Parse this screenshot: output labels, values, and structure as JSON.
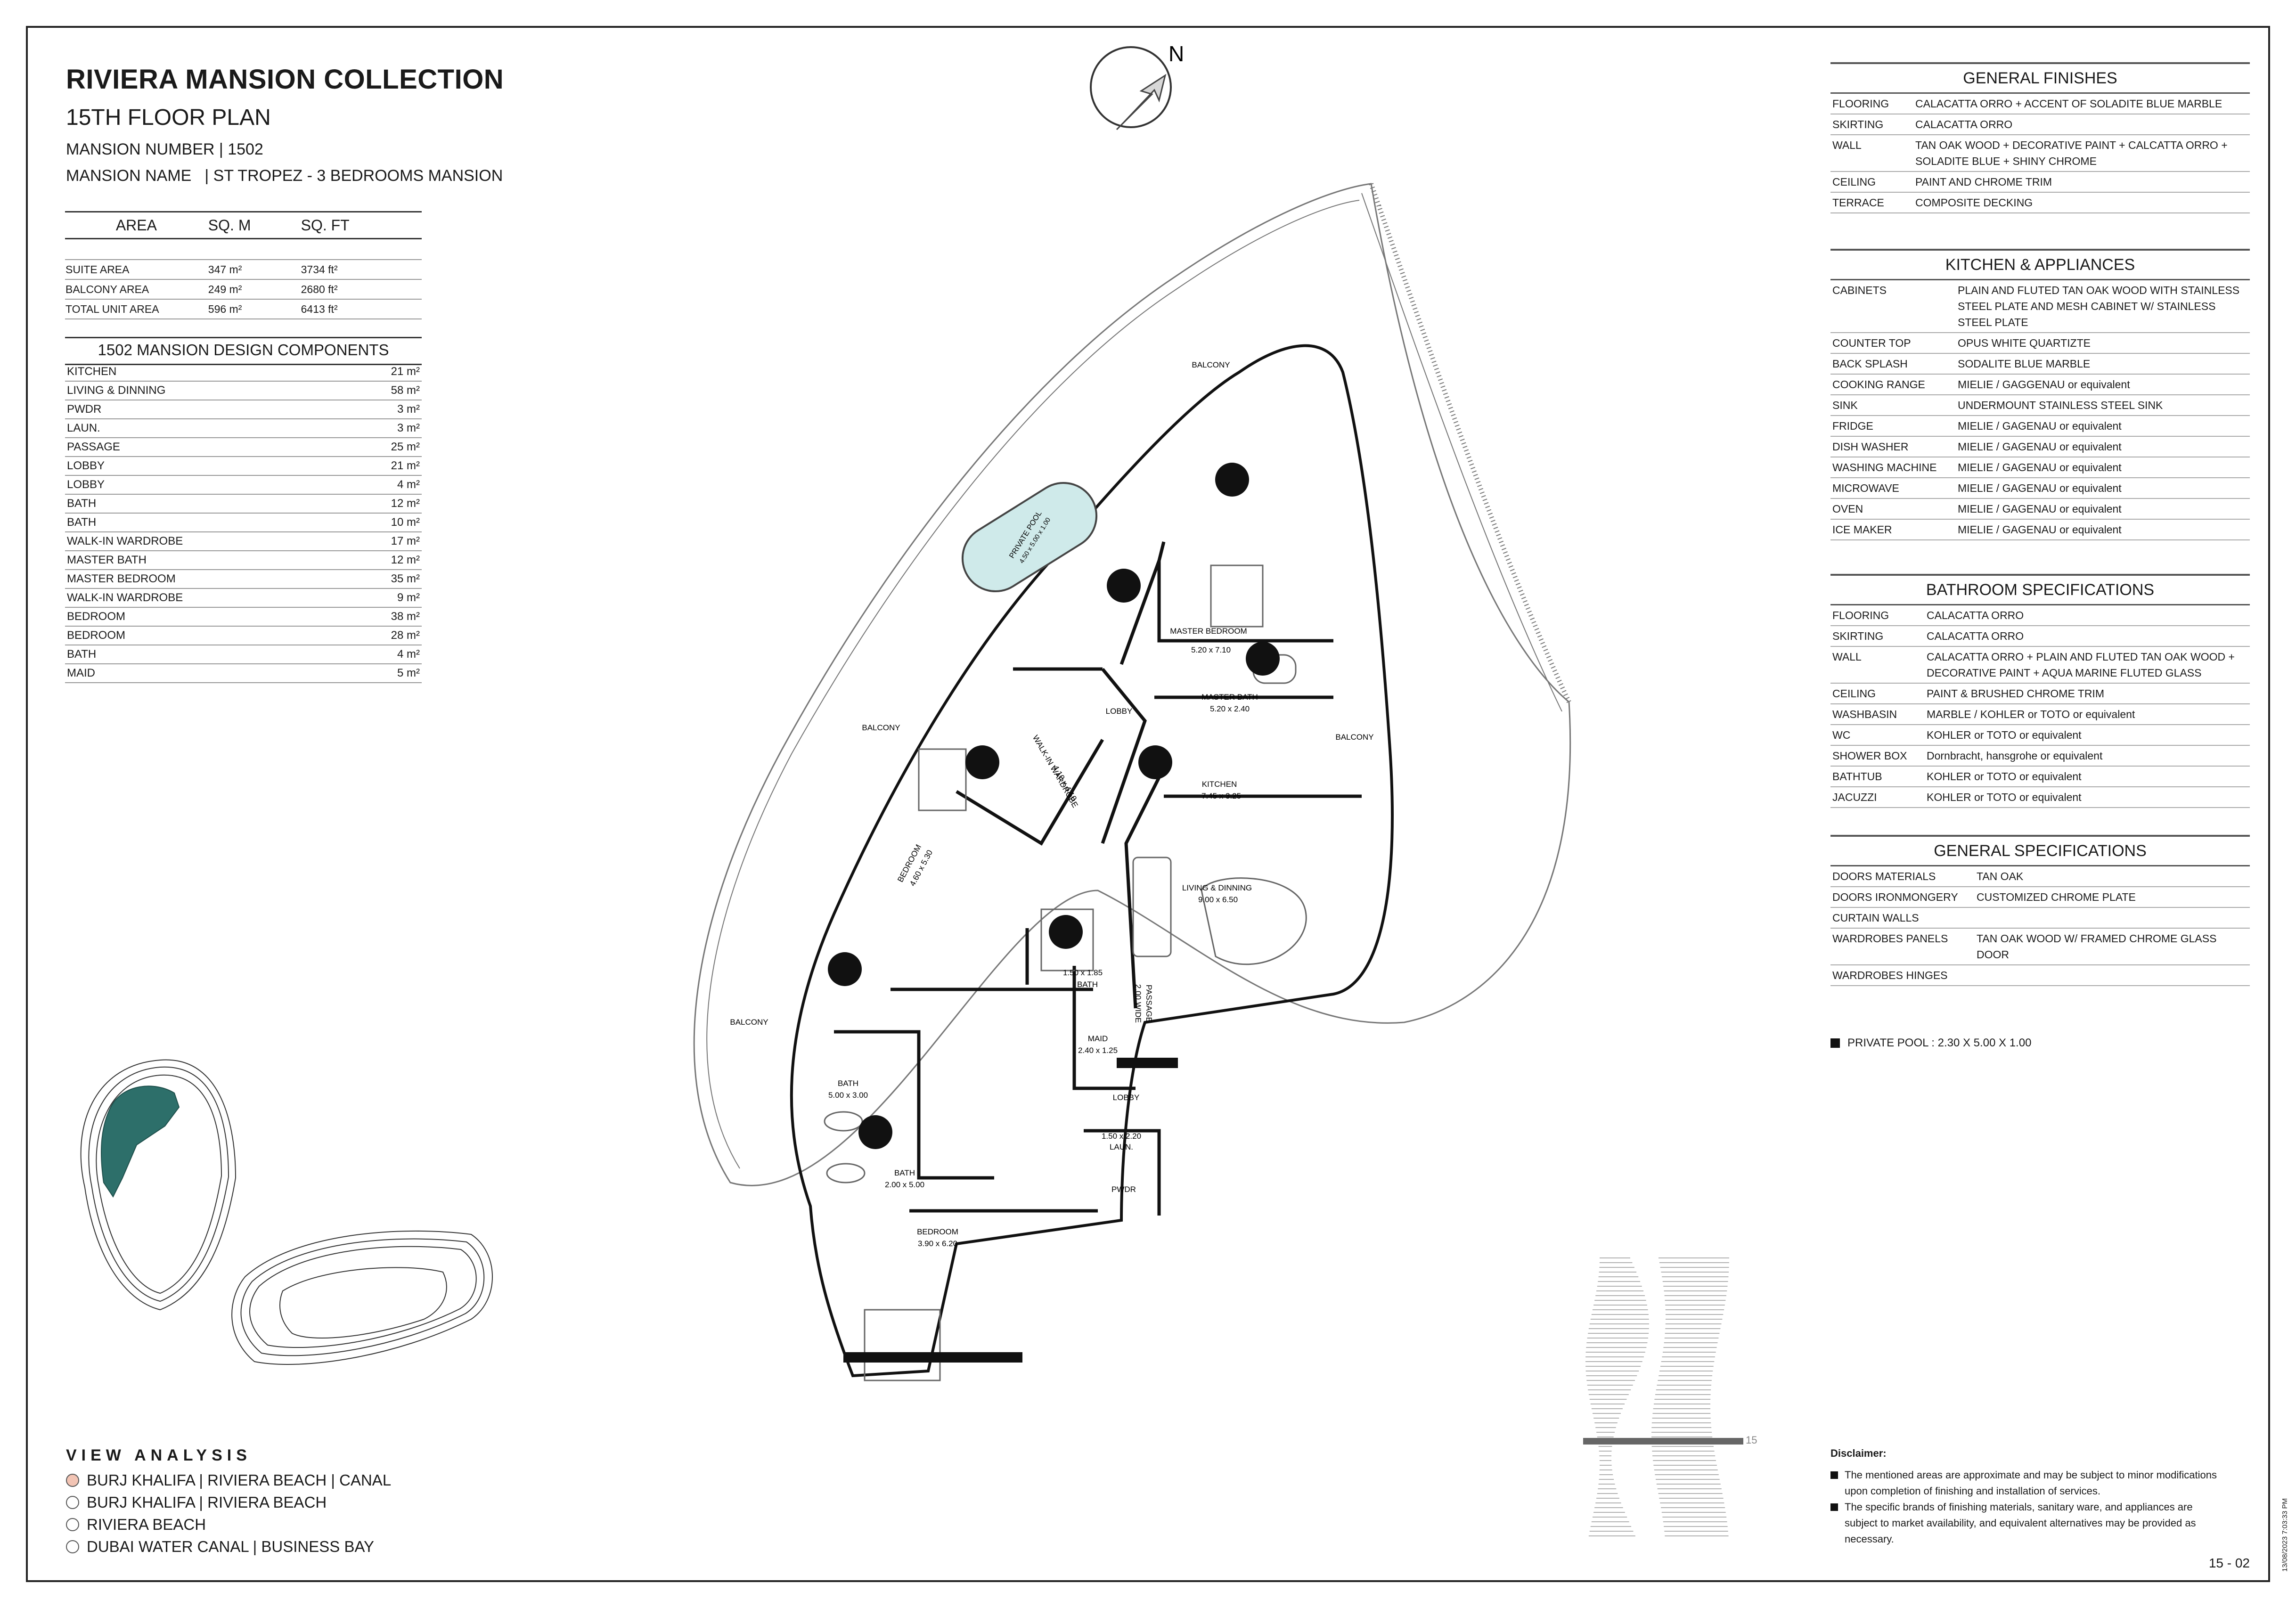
{
  "header": {
    "title": "RIVIERA MANSION COLLECTION",
    "floor": "15TH FLOOR PLAN",
    "mansion_number": "MANSION NUMBER | 1502",
    "mansion_name_label": "MANSION NAME",
    "mansion_name_value": "| ST TROPEZ - 3 BEDROOMS MANSION"
  },
  "area_table": {
    "headers": [
      "AREA",
      "SQ. M",
      "SQ. FT"
    ],
    "rows": [
      [
        "SUITE AREA",
        "347 m²",
        "3734 ft²"
      ],
      [
        "BALCONY AREA",
        "249 m²",
        "2680 ft²"
      ],
      [
        "TOTAL UNIT AREA",
        "596 m²",
        "6413 ft²"
      ]
    ]
  },
  "components": {
    "title": "1502 MANSION DESIGN COMPONENTS",
    "rows": [
      [
        "KITCHEN",
        "21 m²"
      ],
      [
        "LIVING & DINNING",
        "58 m²"
      ],
      [
        "PWDR",
        "3 m²"
      ],
      [
        "LAUN.",
        "3 m²"
      ],
      [
        "PASSAGE",
        "25 m²"
      ],
      [
        "LOBBY",
        "21 m²"
      ],
      [
        "LOBBY",
        "4 m²"
      ],
      [
        "BATH",
        "12 m²"
      ],
      [
        "BATH",
        "10 m²"
      ],
      [
        "WALK-IN WARDROBE",
        "17 m²"
      ],
      [
        "MASTER BATH",
        "12 m²"
      ],
      [
        "MASTER BEDROOM",
        "35 m²"
      ],
      [
        "WALK-IN WARDROBE",
        "9 m²"
      ],
      [
        "BEDROOM",
        "38 m²"
      ],
      [
        "BEDROOM",
        "28 m²"
      ],
      [
        "BATH",
        "4 m²"
      ],
      [
        "MAID",
        "5 m²"
      ]
    ]
  },
  "general_finishes": {
    "title": "GENERAL FINISHES",
    "rows": [
      [
        "FLOORING",
        "CALACATTA ORRO + ACCENT OF SOLADITE BLUE MARBLE"
      ],
      [
        "SKIRTING",
        "CALACATTA ORRO"
      ],
      [
        "WALL",
        "TAN OAK WOOD + DECORATIVE PAINT + CALCATTA ORRO + SOLADITE BLUE + SHINY CHROME"
      ],
      [
        "CEILING",
        "PAINT AND CHROME TRIM"
      ],
      [
        "TERRACE",
        "COMPOSITE DECKING"
      ]
    ]
  },
  "kitchen": {
    "title": "KITCHEN & APPLIANCES",
    "rows": [
      [
        "CABINETS",
        "PLAIN AND FLUTED TAN OAK WOOD WITH STAINLESS STEEL PLATE AND MESH CABINET W/ STAINLESS STEEL PLATE"
      ],
      [
        "COUNTER TOP",
        "OPUS WHITE QUARTIZTE"
      ],
      [
        "BACK SPLASH",
        "SODALITE BLUE MARBLE"
      ],
      [
        "COOKING RANGE",
        "MIELIE / GAGGENAU or equivalent"
      ],
      [
        "SINK",
        "UNDERMOUNT STAINLESS STEEL SINK"
      ],
      [
        "FRIDGE",
        "MIELIE / GAGENAU or equivalent"
      ],
      [
        "DISH WASHER",
        "MIELIE / GAGENAU or equivalent"
      ],
      [
        "WASHING MACHINE",
        "MIELIE / GAGENAU or equivalent"
      ],
      [
        "MICROWAVE",
        "MIELIE / GAGENAU or equivalent"
      ],
      [
        "OVEN",
        "MIELIE / GAGENAU or equivalent"
      ],
      [
        "ICE MAKER",
        "MIELIE / GAGENAU or equivalent"
      ]
    ]
  },
  "bathroom": {
    "title": "BATHROOM SPECIFICATIONS",
    "rows": [
      [
        "FLOORING",
        "CALACATTA ORRO"
      ],
      [
        "SKIRTING",
        "CALACATTA ORRO"
      ],
      [
        "WALL",
        "CALACATTA ORRO + PLAIN AND FLUTED TAN OAK WOOD + DECORATIVE PAINT + AQUA MARINE FLUTED GLASS"
      ],
      [
        "CEILING",
        "PAINT & BRUSHED CHROME TRIM"
      ],
      [
        "WASHBASIN",
        "MARBLE / KOHLER or TOTO or equivalent"
      ],
      [
        "WC",
        "KOHLER or TOTO or equivalent"
      ],
      [
        "SHOWER BOX",
        "Dornbracht, hansgrohe or equivalent"
      ],
      [
        "BATHTUB",
        "KOHLER or TOTO or equivalent"
      ],
      [
        "JACUZZI",
        "KOHLER or TOTO or equivalent"
      ]
    ]
  },
  "general_specs": {
    "title": "GENERAL SPECIFICATIONS",
    "rows": [
      [
        "DOORS MATERIALS",
        "TAN OAK"
      ],
      [
        "DOORS IRONMONGERY",
        "CUSTOMIZED CHROME PLATE"
      ],
      [
        "CURTAIN WALLS",
        ""
      ],
      [
        "WARDROBES PANELS",
        "TAN OAK WOOD W/ FRAMED CHROME GLASS DOOR"
      ],
      [
        "WARDROBES HINGES",
        ""
      ]
    ]
  },
  "pool_note": "PRIVATE POOL :  2.30 X 5.00 X 1.00",
  "view_analysis": {
    "title": "VIEW ANALYSIS",
    "items": [
      {
        "label": "BURJ KHALIFA | RIVIERA BEACH | CANAL",
        "color": "#f2c4b4"
      },
      {
        "label": "BURJ KHALIFA | RIVIERA BEACH",
        "color": "#ffffff"
      },
      {
        "label": "RIVIERA BEACH",
        "color": "#ffffff"
      },
      {
        "label": "DUBAI WATER CANAL | BUSINESS BAY",
        "color": "#ffffff"
      }
    ]
  },
  "disclaimer": {
    "title": "Disclaimer:",
    "items": [
      "The mentioned areas are approximate and may be subject to minor modifications  upon completion of finishing and installation of services.",
      "The specific brands of finishing materials, sanitary ware, and appliances are subject to market availability, and equivalent alternatives may be provided as necessary."
    ]
  },
  "plan": {
    "north": "N",
    "balcony": "BALCONY",
    "private_pool": "PRIVATE POOL",
    "pool_dim": "4.50 x 5.00 x 1.00",
    "master_bedroom": "MASTER BEDROOM",
    "master_bedroom_dim": "5.20 x 7.10",
    "master_bath": "MASTER BATH",
    "master_bath_dim": "5.20 x 2.40",
    "lobby": "LOBBY",
    "kitchen": "KITCHEN",
    "kitchen_dim": "7.45 x 3.25",
    "living": "LIVING & DINNING",
    "living_dim": "9.00 x 6.50",
    "walkin": "WALK-IN WARDROBE",
    "walkin_dim": "4.10 x 4.10",
    "bedroom": "BEDROOM",
    "bedroom1_dim": "4.60 x 5.30",
    "bedroom2_dim": "3.90 x 6.20",
    "bath": "BATH",
    "bath1_dim": "5.00 x 3.00",
    "bath2_dim": "2.00 x 5.00",
    "bath3_dim": "1.50 x 1.85",
    "maid": "MAID",
    "maid_dim": "2.40 x 1.25",
    "passage": "PASSAGE",
    "passage_dim": "2.00 WIDE",
    "laun": "LAUN.",
    "laun_dim": "1.50 x 2.20",
    "pwdr": "PWDR",
    "tower_level": "15"
  },
  "page_number": "15 - 02",
  "date_stamp": "13/08/2023 7:03:33 PM",
  "colors": {
    "view_highlight": "#2d6f6a",
    "pool": "#cfeaea",
    "border": "#222222"
  }
}
